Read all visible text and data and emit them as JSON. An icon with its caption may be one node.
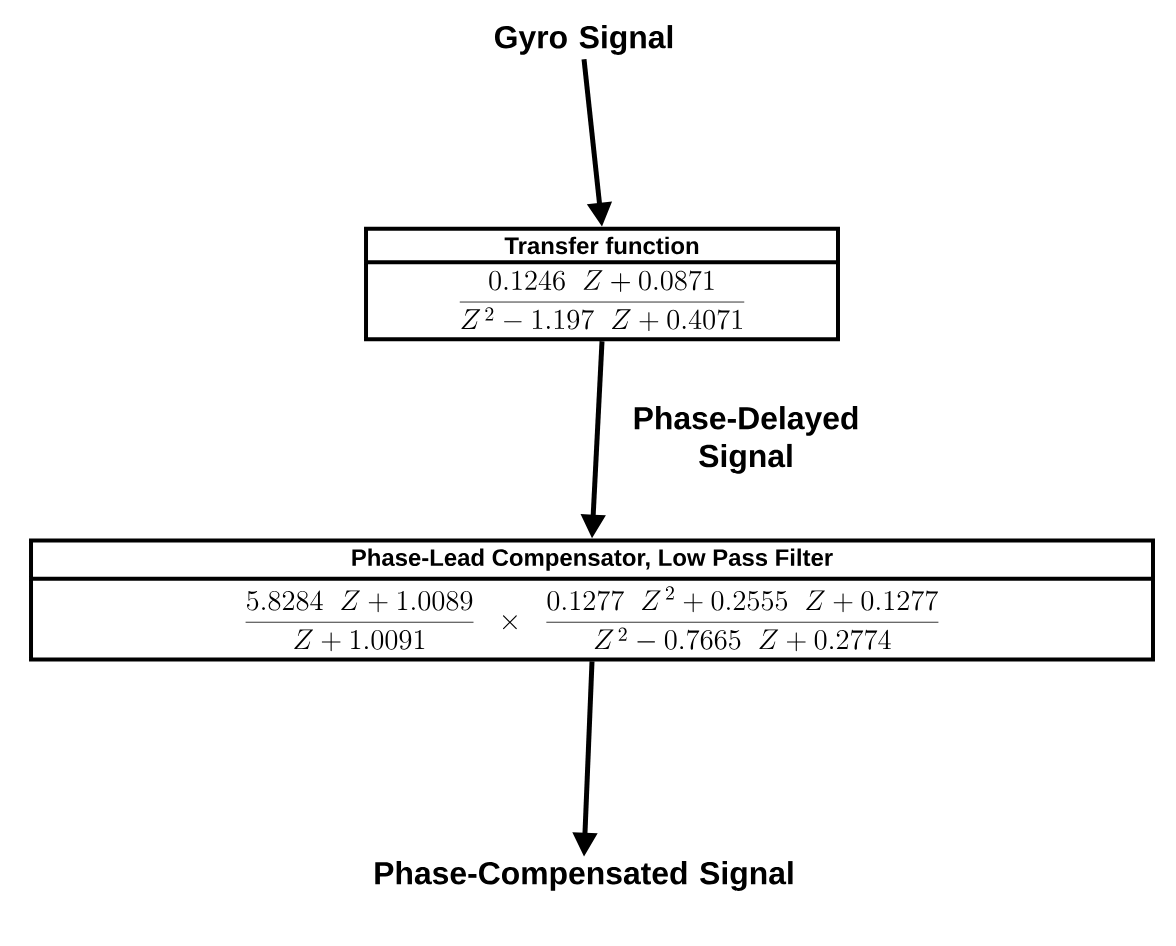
{
  "diagram": {
    "nodes": [
      {
        "text": [
          "Gyro Signal"
        ]
      },
      {
        "text": [
          "Transfer function",
          "\\frac{0.1246\\;\\; Z + 0.0871}{Z^{\\,2} - 1.197\\;\\; Z + 0.4071}"
        ]
      },
      {
        "text": [
          "Phase-Lead Compensator,  Low Pass Filter",
          "\\frac{5.8284\\;\\; Z + 1.0089}{Z + 1.0091} \\times \\frac{0.1277\\;\\; Z^{\\,2} + 0.2555\\;\\; Z + 0.1277}{Z^{\\,2} - 0.7665\\;\\; Z + 0.2774}"
        ]
      },
      {
        "text": [
          "Phase-Compensated Signal"
        ]
      }
    ],
    "edges": [
      {
        "from": 0,
        "to": 1,
        "arrow": "to"
      },
      {
        "from": 1,
        "to": 2,
        "arrow": "to",
        "label": "Phase-Delayed Signal"
      },
      {
        "from": 2,
        "to": 3,
        "arrow": "to"
      }
    ]
  }
}
